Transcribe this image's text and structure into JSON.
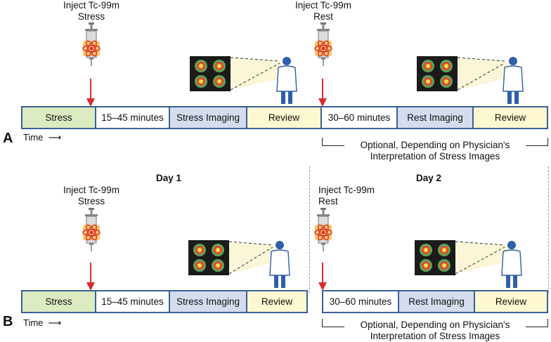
{
  "panel_a": {
    "letter": "A",
    "inject_stress": {
      "line1": "Inject Tc-99m",
      "line2": "Stress"
    },
    "inject_rest": {
      "line1": "Inject Tc-99m",
      "line2": "Rest"
    },
    "timeline": [
      {
        "label": "Stress",
        "kind": "stress"
      },
      {
        "label": "15–45 minutes",
        "kind": "wait"
      },
      {
        "label": "Stress Imaging",
        "kind": "imaging"
      },
      {
        "label": "Review",
        "kind": "review"
      },
      {
        "label": "30–60 minutes",
        "kind": "wait"
      },
      {
        "label": "Rest Imaging",
        "kind": "imaging"
      },
      {
        "label": "Review",
        "kind": "review"
      }
    ],
    "time_label": "Time",
    "optional": {
      "line1": "Optional, Depending on Physician's",
      "line2": "Interpretation of Stress Images"
    }
  },
  "panel_b": {
    "letter": "B",
    "day1": "Day 1",
    "day2": "Day 2",
    "inject_stress": {
      "line1": "Inject Tc-99m",
      "line2": "Stress"
    },
    "inject_rest": {
      "line1": "Inject Tc-99m",
      "line2": "Rest"
    },
    "timeline_day1": [
      {
        "label": "Stress",
        "kind": "stress"
      },
      {
        "label": "15–45 minutes",
        "kind": "wait"
      },
      {
        "label": "Stress Imaging",
        "kind": "imaging"
      },
      {
        "label": "Review",
        "kind": "review"
      }
    ],
    "timeline_day2": [
      {
        "label": "30–60 minutes",
        "kind": "wait"
      },
      {
        "label": "Rest Imaging",
        "kind": "imaging"
      },
      {
        "label": "Review",
        "kind": "review"
      }
    ],
    "time_label": "Time",
    "optional": {
      "line1": "Optional, Depending on Physician's",
      "line2": "Interpretation of Stress Images"
    }
  },
  "colors": {
    "stress": "#dcebc0",
    "imaging": "#d4dcee",
    "review": "#fdf8cf",
    "border": "#3a5f9a",
    "arrow": "#d92b2b",
    "physician": "#2f5fa8"
  },
  "icons": [
    "syringe-icon",
    "atom-icon",
    "scan-monitor-icon",
    "physician-icon",
    "arrow-down-icon",
    "arrow-right-icon"
  ]
}
